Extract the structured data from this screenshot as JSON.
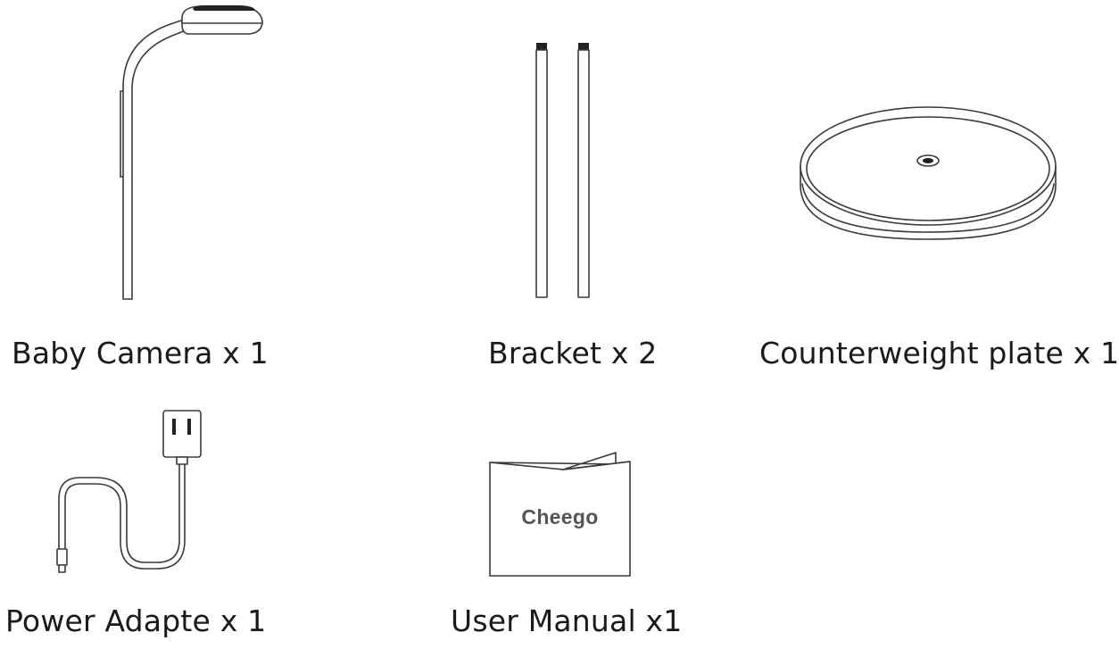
{
  "items": [
    {
      "label": "Baby Camera x 1",
      "icon": "baby-camera-icon"
    },
    {
      "label": "Bracket x 2",
      "icon": "bracket-icon"
    },
    {
      "label": "Counterweight plate x 1",
      "icon": "counterweight-plate-icon"
    },
    {
      "label": "Power Adapte x 1",
      "icon": "power-adapter-icon"
    },
    {
      "label": "User Manual x1",
      "icon": "user-manual-icon"
    }
  ],
  "manual_brand": "Cheego"
}
